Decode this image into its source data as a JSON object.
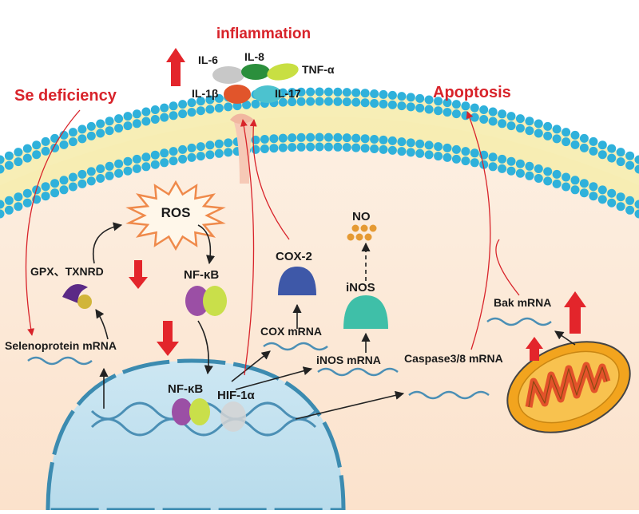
{
  "labels": {
    "inflammation": "inflammation",
    "il6": "IL-6",
    "il8": "IL-8",
    "tnf": "TNF-α",
    "il1b": "IL-1β",
    "il17": "IL-17",
    "se_deficiency": "Se deficiency",
    "apoptosis": "Apoptosis",
    "ros": "ROS",
    "no": "NO",
    "cox2": "COX-2",
    "inos": "iNOS",
    "gpx_txnrd": "GPX、TXNRD",
    "nfkb_cyto": "NF-κB",
    "cox_mrna": "COX mRNA",
    "inos_mrna": "iNOS mRNA",
    "bak_mrna": "Bak mRNA",
    "selenoprotein_mrna": "Selenoprotein mRNA",
    "caspase_mrna": "Caspase3/8 mRNA",
    "nfkb_nuc": "NF-κB",
    "hif1a": "HIF-1α"
  },
  "colors": {
    "arrow_red": "#e3252b",
    "text_red": "#d8232a",
    "membrane_blue": "#2fb1db",
    "membrane_yellow": "#f5e77a",
    "cytoplasm": "#fbe6d2",
    "nucleus": "#c4e2f0",
    "nucleus_border": "#3c8bb0",
    "nfkb_purple": "#9b4fa5",
    "nfkb_yellow": "#c9df4a",
    "cox2_blue": "#3e58a8",
    "inos_teal": "#3fbfa8",
    "no_orange": "#e59a33",
    "mito_orange": "#f2a41e",
    "mito_red": "#e3522a",
    "ros_orange": "#ef8a4b",
    "il6_gray": "#c8c8c8",
    "il8_green": "#2b8f3c",
    "tnf_green": "#c8df42",
    "il1b_orange": "#e1552b",
    "il17_cyan": "#4cc2cf"
  },
  "icons": [
    "up-arrow-icon",
    "down-arrow-icon",
    "mitochondrion-icon",
    "dna-icon",
    "mrna-icon",
    "ros-burst-icon"
  ]
}
